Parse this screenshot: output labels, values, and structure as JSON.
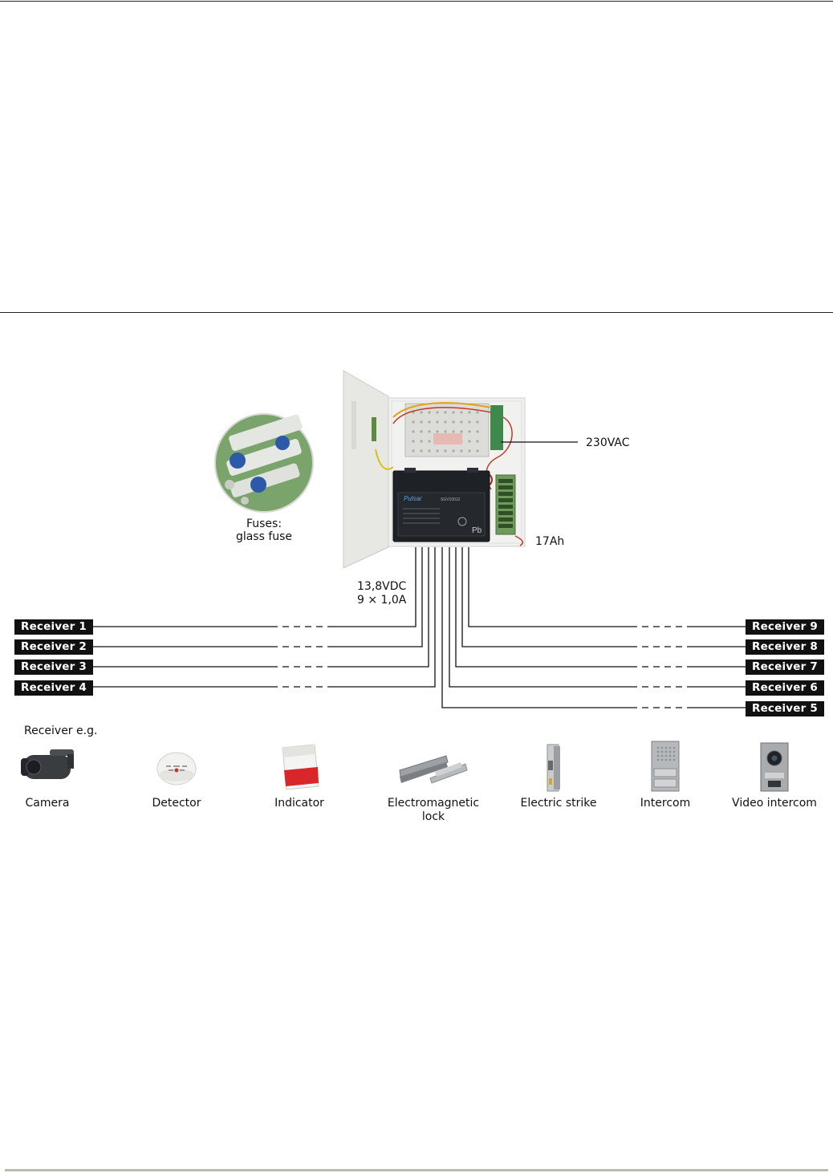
{
  "diagram": {
    "mains_label": "230VAC",
    "battery_label": "17Ah",
    "output_line1": "13,8VDC",
    "output_line2": "9 × 1,0A",
    "fuses_line1": "Fuses:",
    "fuses_line2": "glass fuse",
    "battery_brand": "Pulsar",
    "battery_model": "SGV10012",
    "battery_symbol": "Pb"
  },
  "receivers": {
    "r1": "Receiver 1",
    "r2": "Receiver 2",
    "r3": "Receiver 3",
    "r4": "Receiver 4",
    "r5": "Receiver 5",
    "r6": "Receiver 6",
    "r7": "Receiver 7",
    "r8": "Receiver 8",
    "r9": "Receiver 9"
  },
  "examples": {
    "heading": "Receiver e.g.",
    "camera": "Camera",
    "detector": "Detector",
    "indicator": "Indicator",
    "emlock_line1": "Electromagnetic",
    "emlock_line2": "lock",
    "strike": "Electric strike",
    "intercom": "Intercom",
    "video_intercom": "Video intercom"
  },
  "colors": {
    "wire": "#111111",
    "enclosure": "#efefed",
    "battery": "#1c1f22",
    "receiver_tag": "#111111",
    "indicator_red": "#d8262b",
    "fuse_board_green": "#6f9a63"
  }
}
